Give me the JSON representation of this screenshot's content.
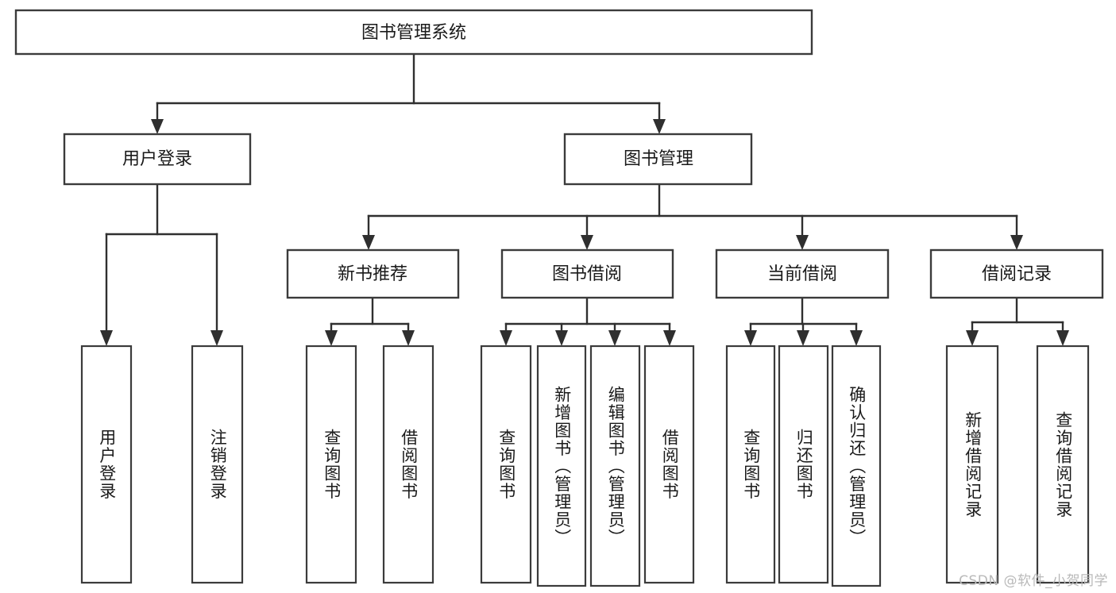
{
  "diagram": {
    "type": "tree",
    "title": "图书管理系统",
    "root": {
      "id": "root",
      "label": "图书管理系统",
      "orientation": "horizontal"
    },
    "level2": [
      {
        "id": "user-login",
        "label": "用户登录",
        "orientation": "horizontal"
      },
      {
        "id": "book-manage",
        "label": "图书管理",
        "orientation": "horizontal"
      }
    ],
    "level3": [
      {
        "id": "new-book-recommend",
        "label": "新书推荐",
        "orientation": "horizontal",
        "parent": "book-manage"
      },
      {
        "id": "book-borrow",
        "label": "图书借阅",
        "orientation": "horizontal",
        "parent": "book-manage"
      },
      {
        "id": "current-borrow",
        "label": "当前借阅",
        "orientation": "horizontal",
        "parent": "book-manage"
      },
      {
        "id": "borrow-record",
        "label": "借阅记录",
        "orientation": "horizontal",
        "parent": "book-manage"
      }
    ],
    "leaves": [
      {
        "id": "leaf-user-login",
        "label": "用户登录",
        "orientation": "vertical",
        "parent": "user-login"
      },
      {
        "id": "leaf-user-logout",
        "label": "注销登录",
        "orientation": "vertical",
        "parent": "user-login"
      },
      {
        "id": "leaf-query-book-1",
        "label": "查询图书",
        "orientation": "vertical",
        "parent": "new-book-recommend"
      },
      {
        "id": "leaf-borrow-book-1",
        "label": "借阅图书",
        "orientation": "vertical",
        "parent": "new-book-recommend"
      },
      {
        "id": "leaf-query-book-2",
        "label": "查询图书",
        "orientation": "vertical",
        "parent": "book-borrow"
      },
      {
        "id": "leaf-add-book",
        "label": "新增图书（管理员）",
        "orientation": "vertical",
        "parent": "book-borrow"
      },
      {
        "id": "leaf-edit-book",
        "label": "编辑图书（管理员）",
        "orientation": "vertical",
        "parent": "book-borrow"
      },
      {
        "id": "leaf-borrow-book-2",
        "label": "借阅图书",
        "orientation": "vertical",
        "parent": "book-borrow"
      },
      {
        "id": "leaf-query-book-3",
        "label": "查询图书",
        "orientation": "vertical",
        "parent": "current-borrow"
      },
      {
        "id": "leaf-return-book",
        "label": "归还图书",
        "orientation": "vertical",
        "parent": "current-borrow"
      },
      {
        "id": "leaf-confirm-return",
        "label": "确认归还（管理员）",
        "orientation": "vertical",
        "parent": "current-borrow"
      },
      {
        "id": "leaf-add-record",
        "label": "新增借阅记录",
        "orientation": "vertical",
        "parent": "borrow-record"
      },
      {
        "id": "leaf-query-record",
        "label": "查询借阅记录",
        "orientation": "vertical",
        "parent": "borrow-record"
      }
    ],
    "colors": {
      "box_stroke": "#3b3b3b",
      "box_fill": "#ffffff",
      "connector": "#2f2f2f",
      "label_text": "#1a1a1a",
      "background": "#ffffff",
      "watermark_text": "#b9b9b9"
    }
  },
  "watermark": {
    "text": "CSDN @软件_小贺同学"
  }
}
